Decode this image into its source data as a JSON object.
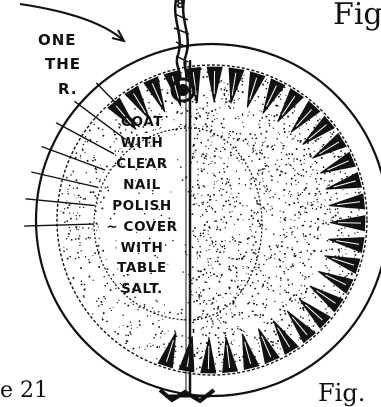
{
  "colors": {
    "ink": "#111111",
    "paper": "#ffffff"
  },
  "left_callout": {
    "line1": "ONE",
    "line2": "THE",
    "line3": "R."
  },
  "caption_lines": [
    "COAT",
    "WITH",
    "CLEAR",
    "NAIL POLISH",
    "~ COVER",
    "WITH",
    "TABLE",
    "SALT."
  ],
  "fig_top": "Fig.",
  "fig_bottom": "Fig.",
  "figure_number": "e 21",
  "hook_label": "8"
}
